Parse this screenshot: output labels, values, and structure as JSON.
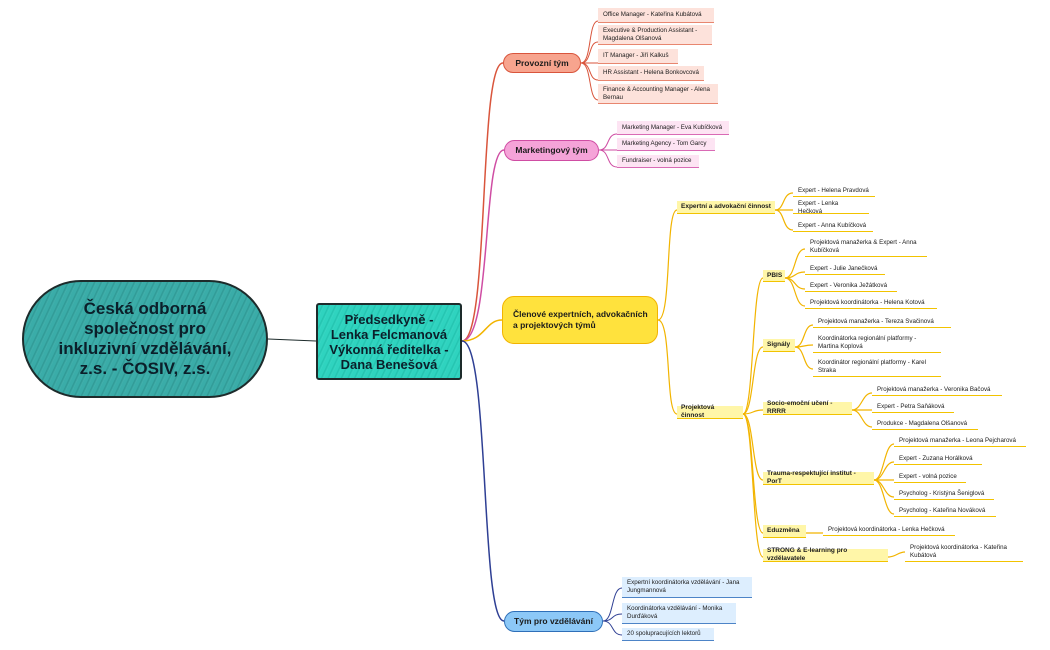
{
  "root": {
    "title": "Česká odborná společnost pro inkluzivní vzdělávání, z.s. - ČOSIV, z.s."
  },
  "center": {
    "title": "Předsedkyně - Lenka Felcmanová Výkonná ředitelka - Dana Benešová"
  },
  "colors": {
    "provozni": "#d9553c",
    "marketing": "#cf4da3",
    "clenove": "#f2b400",
    "vzdelavani": "#2e6fb8"
  },
  "provozni": {
    "label": "Provozní tým",
    "items": [
      "Office Manager - Kateřina Kubátová",
      "Executive & Production Assistant - Magdalena Olšanová",
      "IT Manager - Jiří Kalkuš",
      "HR Assistant - Helena Bonkovcová",
      "Finance & Accounting Manager - Alena Bernau"
    ]
  },
  "marketing": {
    "label": "Marketingový tým",
    "items": [
      "Marketing Manager - Eva Kubíčková",
      "Marketing Agency - Tom Garcy",
      "Fundraiser - volná pozice"
    ]
  },
  "clenove": {
    "label": "Členové expertních, advokačních a projektových týmů",
    "expertni": {
      "label": "Expertní a advokační činnost",
      "items": [
        "Expert - Helena Pravdová",
        "Expert - Lenka Hečková",
        "Expert - Anna Kubíčková"
      ]
    },
    "projektova": {
      "label": "Projektová činnost",
      "pbis": {
        "label": "PBIS",
        "items": [
          "Projektová manažerka & Expert - Anna Kubíčková",
          "Expert - Julie Janečková",
          "Expert - Veronika Ježátková",
          "Projektová koordinátorka - Helena Kotová"
        ]
      },
      "signaly": {
        "label": "Signály",
        "items": [
          "Projektová manažerka - Tereza Svačinová",
          "Koordinátorka regionální platformy - Martina Koplová",
          "Koordinátor regionální platformy - Karel Straka"
        ]
      },
      "rrrr": {
        "label": "Socio-emoční učení - RRRR",
        "items": [
          "Projektová manažerka - Veronika Bačová",
          "Expert - Petra Saňáková",
          "Produkce - Magdalena Olšanová"
        ]
      },
      "port": {
        "label": "Trauma-respektující institut - PorT",
        "items": [
          "Projektová manažerka - Leona Pejcharová",
          "Expert - Zuzana Horálková",
          "Expert - volná pozice",
          "Psycholog - Kristýna Šeniglová",
          "Psycholog - Kateřina Nováková"
        ]
      },
      "eduzmena": {
        "label": "Eduzměna",
        "items": [
          "Projektová koordinátorka - Lenka Hečková"
        ]
      },
      "strong": {
        "label": "STRONG & E-learning pro vzdělavatele",
        "items": [
          "Projektová koordinátorka - Kateřina Kubátová"
        ]
      }
    }
  },
  "vzdelavani": {
    "label": "Tým pro vzdělávání",
    "items": [
      "Expertní koordinátorka vzdělávání - Jana Jungmannová",
      "Koordinátorka vzdělávání - Monika Durďáková",
      "20 spolupracujících lektorů"
    ]
  }
}
